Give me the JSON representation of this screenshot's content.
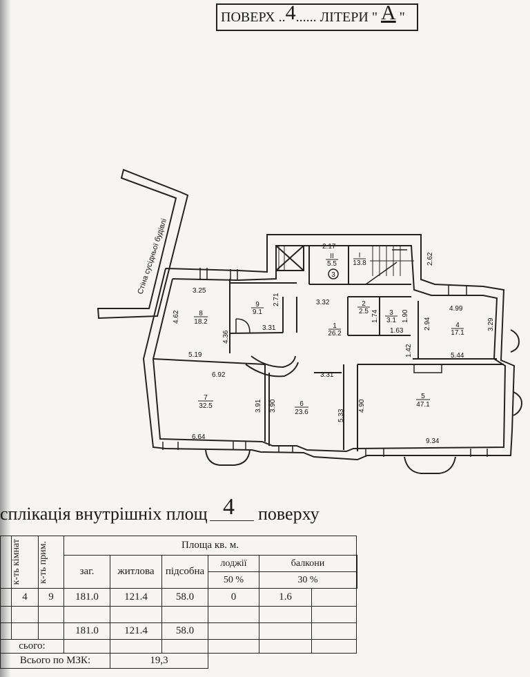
{
  "header": {
    "floor_word": "ПОВЕРХ",
    "floor_number": "4",
    "letter_word": "ЛІТЕРИ",
    "letter_value": "А"
  },
  "neighbor_wall_label": "Стіна сусідньої будівлі",
  "rooms": [
    {
      "number": "1",
      "area": "26.2"
    },
    {
      "number": "2",
      "area": "2.5"
    },
    {
      "number": "3",
      "area": "3.1"
    },
    {
      "number": "4",
      "area": "17.1"
    },
    {
      "number": "5",
      "area": "47.1"
    },
    {
      "number": "6",
      "area": "23.6"
    },
    {
      "number": "7",
      "area": "32.5"
    },
    {
      "number": "8",
      "area": "18.2"
    },
    {
      "number": "9",
      "area": "9.1"
    },
    {
      "number": "I",
      "area": "13.8"
    },
    {
      "number": "II",
      "area": "5.5"
    }
  ],
  "stair_marker": "3",
  "dimensions": [
    "2.17",
    "2.62",
    "3.25",
    "4.62",
    "2.71",
    "3.31",
    "3.32",
    "1.74",
    "1.90",
    "4.99",
    "2.94",
    "3.29",
    "1.63",
    "4.36",
    "5.19",
    "1.42",
    "5.44",
    "6.92",
    "3.31",
    "3.91",
    "3.90",
    "5.33",
    "4.90",
    "6.64",
    "9.34"
  ],
  "explication": {
    "title_start": "сплікація внутрішніх площ",
    "floor_number": "4",
    "title_end": "поверху"
  },
  "table": {
    "col_rooms": "к-ть кімнат",
    "col_premises": "к-ть прим.",
    "area_header": "Площа кв. м.",
    "col_total": "заг.",
    "col_living": "житлова",
    "col_auxiliary": "підсобна",
    "col_loggias": "лоджії",
    "col_loggias_pct": "50 %",
    "col_balconies": "балкони",
    "col_balconies_pct": "30 %",
    "row1": {
      "rooms": "4",
      "premises": "9",
      "total": "181.0",
      "living": "121.4",
      "auxiliary": "58.0",
      "loggias": "0",
      "balconies": "1.6"
    },
    "row3": {
      "total": "181.0",
      "living": "121.4",
      "auxiliary": "58.0"
    },
    "total_label": "сього:",
    "mzk_label": "Всього по МЗК:",
    "mzk_value": "19,3"
  }
}
